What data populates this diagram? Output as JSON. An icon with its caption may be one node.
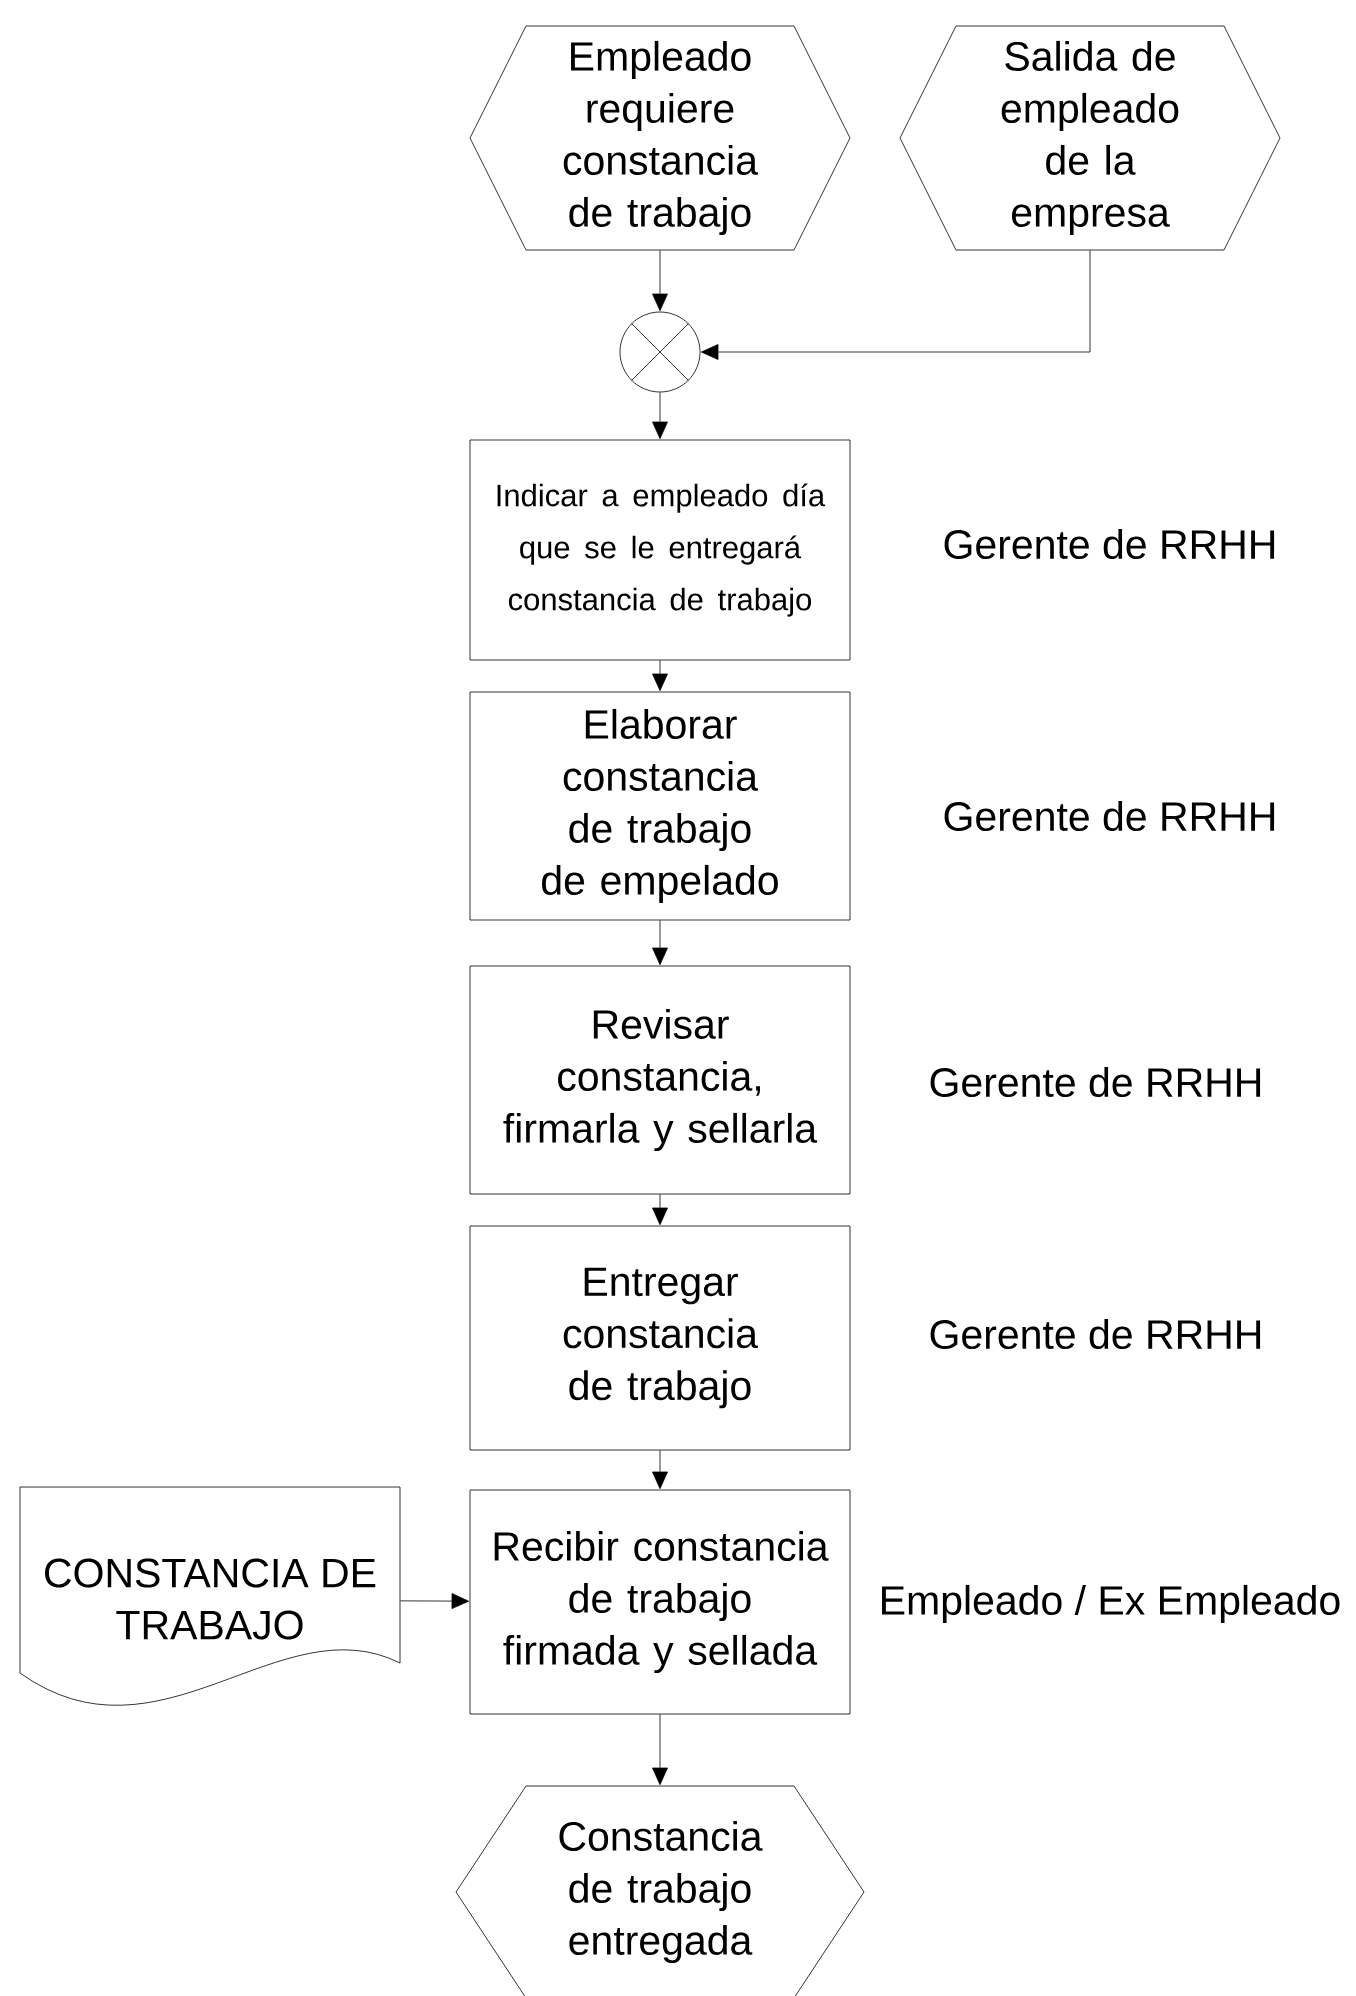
{
  "diagram": {
    "nodes": [
      {
        "text": [
          "Empleado requiere constancia de trabajo"
        ]
      },
      {
        "text": [
          "Salida de empleado de la empresa"
        ]
      },
      {
        "text": [],
        "shape": "circle"
      },
      {
        "text": [
          "Indicar a empleado día que se le entregará constancia de trabajo"
        ],
        "beside": [
          "Gerente de RRHH"
        ]
      },
      {
        "text": [
          "Elaborar constancia de trabajo de empelado"
        ],
        "beside": [
          "Gerente de RRHH"
        ]
      },
      {
        "text": [
          "Revisar constancia, firmarla y sellarla"
        ],
        "beside": [
          "Gerente de RRHH"
        ]
      },
      {
        "text": [
          "Entregar constancia de trabajo"
        ],
        "beside": [
          "Gerente de RRHH"
        ]
      },
      {
        "text": [
          "Recibir constancia de trabajo firmada y sellada"
        ],
        "beside": [
          "Empleado / Ex Empleado"
        ]
      },
      {
        "text": [
          "CONSTANCIA DE TRABAJO"
        ]
      },
      {
        "text": [
          "Constancia de trabajo entregada"
        ]
      }
    ],
    "edges": [
      {
        "from": 0,
        "to": 2,
        "arrow": "to"
      },
      {
        "from": 1,
        "to": 2,
        "arrow": "to"
      },
      {
        "from": 2,
        "to": 3,
        "arrow": "to"
      },
      {
        "from": 3,
        "to": 4,
        "arrow": "to"
      },
      {
        "from": 4,
        "to": 5,
        "arrow": "to"
      },
      {
        "from": 5,
        "to": 6,
        "arrow": "to"
      },
      {
        "from": 6,
        "to": 7,
        "arrow": "to"
      },
      {
        "from": 8,
        "to": 7,
        "arrow": "to"
      },
      {
        "from": 7,
        "to": 9,
        "arrow": "to"
      }
    ]
  }
}
